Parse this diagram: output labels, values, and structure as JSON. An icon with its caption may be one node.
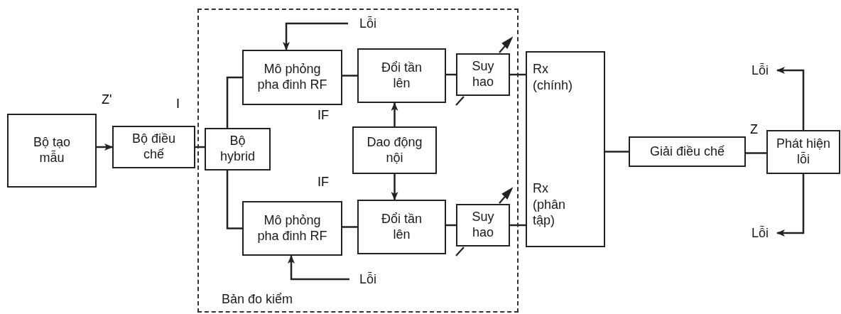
{
  "diagram": {
    "nodes": [
      {
        "text": [
          "Bộ tạo mẫu"
        ]
      },
      {
        "text": [
          "Bộ điều chế"
        ]
      },
      {
        "text": [
          "Bản đo kiểm"
        ]
      },
      {
        "text": [
          "Bộ hybrid"
        ],
        "in": 2
      },
      {
        "text": [
          "Mô phỏng pha đinh RF"
        ],
        "in": 2
      },
      {
        "text": [
          "Đổi tần lên"
        ],
        "in": 2
      },
      {
        "text": [
          "Suy hao"
        ],
        "in": 2
      },
      {
        "text": [
          "Dao động nội"
        ],
        "in": 2
      },
      {
        "text": [
          "Mô phỏng pha đinh RF"
        ],
        "in": 2
      },
      {
        "text": [
          "Đổi tần lên"
        ],
        "in": 2
      },
      {
        "text": [
          "Suy hao"
        ],
        "in": 2
      },
      {
        "text": [
          "Rx (chính)",
          "Rx (phân tập)"
        ]
      },
      {
        "text": [
          "Giải điều chế"
        ]
      },
      {
        "text": [
          "Phát hiện lỗi"
        ]
      },
      {
        "text": [
          "Lỗi"
        ],
        "in": 2
      },
      {
        "text": [
          "Lỗi"
        ],
        "in": 2
      },
      {
        "text": [
          "Lỗi"
        ]
      },
      {
        "text": [
          "Lỗi"
        ]
      }
    ],
    "edges": [
      {
        "from": 0,
        "to": 1,
        "arrow": "to"
      },
      {
        "from": 1,
        "to": 3,
        "arrow": "none"
      },
      {
        "from": 3,
        "to": 4,
        "arrow": "none"
      },
      {
        "from": 3,
        "to": 8,
        "arrow": "none"
      },
      {
        "from": 4,
        "to": 5,
        "arrow": "none"
      },
      {
        "from": 5,
        "to": 6,
        "arrow": "none"
      },
      {
        "from": 6,
        "to": 11,
        "arrow": "none"
      },
      {
        "from": 8,
        "to": 9,
        "arrow": "none"
      },
      {
        "from": 9,
        "to": 10,
        "arrow": "none"
      },
      {
        "from": 10,
        "to": 11,
        "arrow": "none"
      },
      {
        "from": 7,
        "to": 5,
        "arrow": "to"
      },
      {
        "from": 7,
        "to": 9,
        "arrow": "to"
      },
      {
        "from": 11,
        "to": 12,
        "arrow": "none"
      },
      {
        "from": 12,
        "to": 13,
        "arrow": "none"
      },
      {
        "from": 14,
        "to": 4,
        "arrow": "to"
      },
      {
        "from": 15,
        "to": 8,
        "arrow": "to"
      },
      {
        "from": 13,
        "to": 16,
        "arrow": "to"
      },
      {
        "from": 13,
        "to": 17,
        "arrow": "to"
      }
    ],
    "labels": [
      "Z'",
      "I",
      "IF",
      "IF",
      "Z"
    ]
  }
}
